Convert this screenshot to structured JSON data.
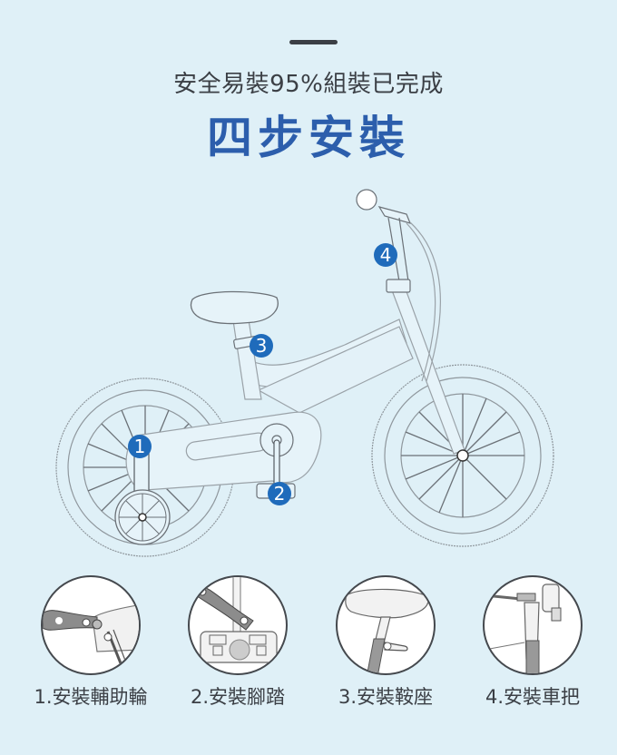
{
  "header": {
    "subtitle": "安全易裝95%組裝已完成",
    "title": "四步安裝"
  },
  "colors": {
    "background": "#dff0f7",
    "title_blue": "#2c5eac",
    "badge_blue": "#1f6bbb",
    "text_dark": "#3b3f45"
  },
  "diagram": {
    "callouts": [
      {
        "number": "1",
        "target": "training-wheel"
      },
      {
        "number": "2",
        "target": "pedal"
      },
      {
        "number": "3",
        "target": "seat"
      },
      {
        "number": "4",
        "target": "handlebar"
      }
    ]
  },
  "steps": [
    {
      "label": "1.安裝輔助輪",
      "icon": "training-wheel-wrench-icon"
    },
    {
      "label": "2.安裝腳踏",
      "icon": "pedal-wrench-icon"
    },
    {
      "label": "3.安裝鞍座",
      "icon": "seat-clamp-icon"
    },
    {
      "label": "4.安裝車把",
      "icon": "handlebar-stem-icon"
    }
  ]
}
